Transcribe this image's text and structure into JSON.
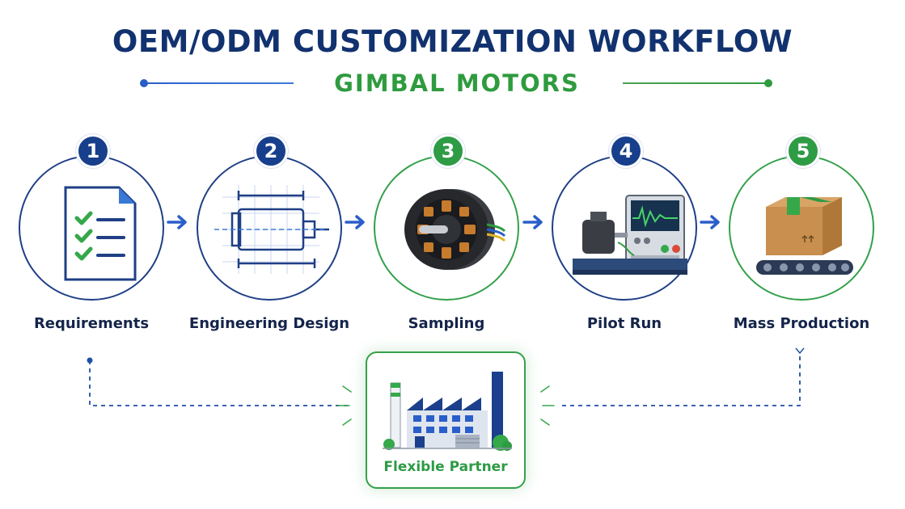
{
  "title": "OEM/ODM CUSTOMIZATION WORKFLOW",
  "subtitle": "GIMBAL MOTORS",
  "colors": {
    "navy": "#12326f",
    "green": "#2f9b3f",
    "blue": "#2a5ec9"
  },
  "steps": [
    {
      "number": "1",
      "label": "Requirements",
      "icon": "document-checklist-icon",
      "accent": "navy"
    },
    {
      "number": "2",
      "label": "Engineering Design",
      "icon": "blueprint-icon",
      "accent": "navy"
    },
    {
      "number": "3",
      "label": "Sampling",
      "icon": "gimbal-motor-icon",
      "accent": "green"
    },
    {
      "number": "4",
      "label": "Pilot Run",
      "icon": "test-bench-icon",
      "accent": "navy"
    },
    {
      "number": "5",
      "label": "Mass Production",
      "icon": "box-conveyor-icon",
      "accent": "green"
    }
  ],
  "partner": {
    "label": "Flexible Partner",
    "icon": "factory-icon"
  }
}
